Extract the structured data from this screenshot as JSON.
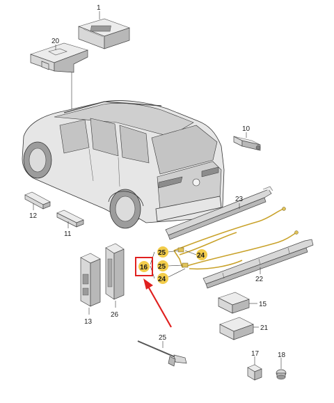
{
  "callouts": {
    "p1": "1",
    "p20": "20",
    "p10": "10",
    "p12": "12",
    "p11": "11",
    "p23": "23",
    "p25a": "25",
    "p24a": "24",
    "p16": "16",
    "p25b": "25",
    "p24b": "24",
    "p22": "22",
    "p13": "13",
    "p26": "26",
    "p15": "15",
    "p21": "21",
    "p25c": "25",
    "p17": "17",
    "p18": "18"
  },
  "colors": {
    "highlight_badge": "#f2cc4a",
    "highlight_box": "#e0201f",
    "arrow": "#e0201f",
    "wire": "#c9a22a"
  }
}
